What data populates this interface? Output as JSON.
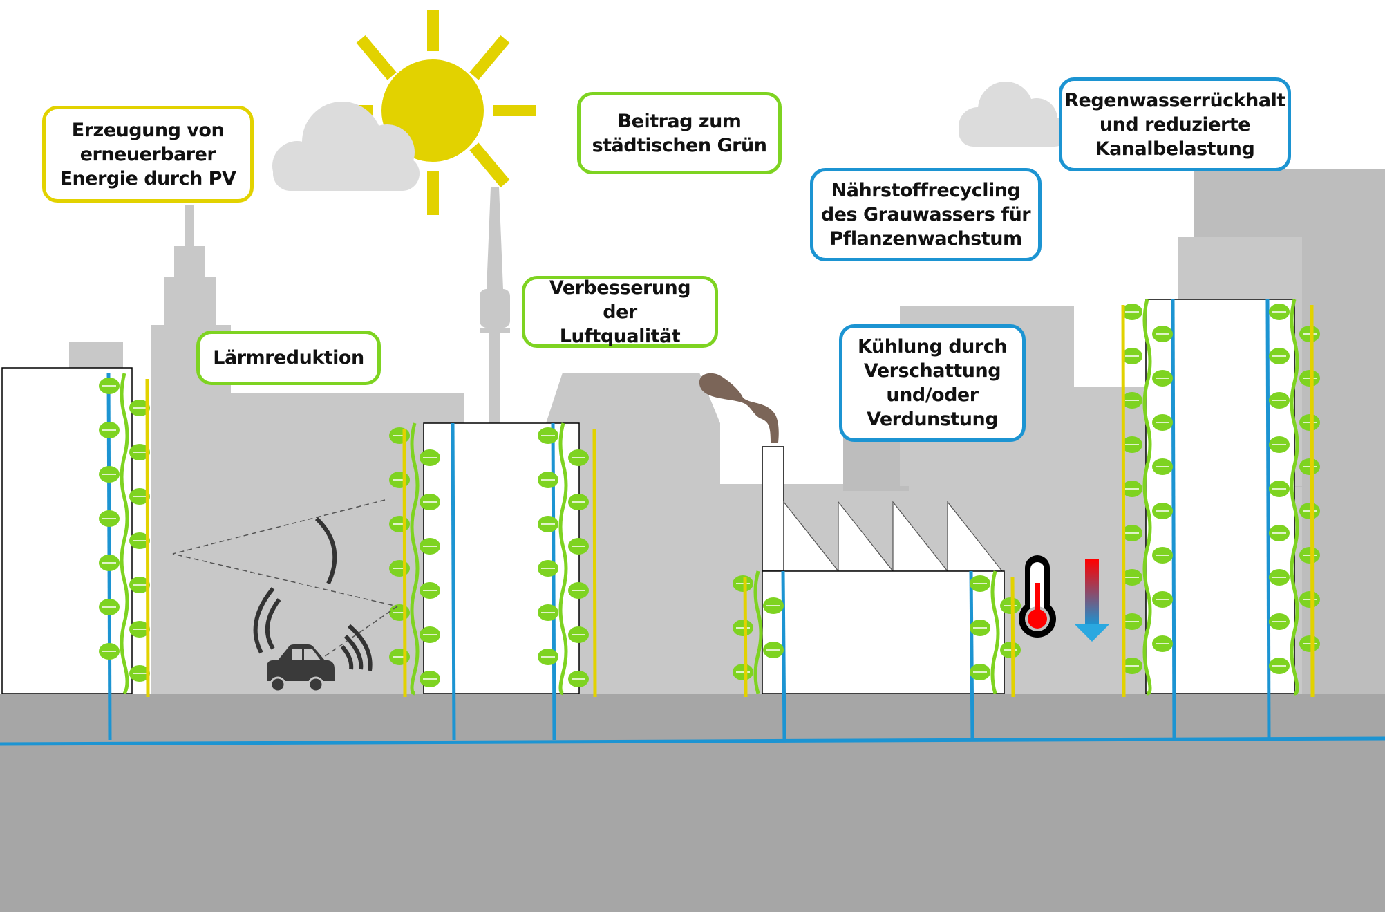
{
  "title": "Vorteile von Fassadenbegrünung in der Stadt",
  "colors": {
    "green_category": "#7ed321",
    "yellow_category": "#e2d200",
    "blue_category": "#1c94d2",
    "sun": "#e2d200",
    "cloud": "#dcdcdc",
    "skyline": "#c8c8c8",
    "ground": "#a6a6a6",
    "smoke": "#7b6558",
    "thermometer_hot": "#ff0000"
  },
  "labels": {
    "pv": "Erzeugung von\nerneuerbarer\nEnergie durch PV",
    "noise": "Lärmreduktion",
    "green": "Beitrag zum\nstädtischen Grün",
    "air": "Verbesserung der\nLuftqualität",
    "nutrients": "Nährstoffrecycling\ndes Grauwassers für\nPflanzenwachstum",
    "cooling": "Kühlung durch\nVerschattung\nund/oder\nVerdunstung",
    "rainwater": "Regenwasserrückhalt\nund reduzierte\nKanalbelastung"
  },
  "icons": [
    "sun-icon",
    "cloud-icon",
    "car-icon",
    "sound-wave-icon",
    "thermometer-icon",
    "temperature-down-arrow-icon",
    "factory-icon",
    "smoke-icon",
    "vine-icon"
  ]
}
